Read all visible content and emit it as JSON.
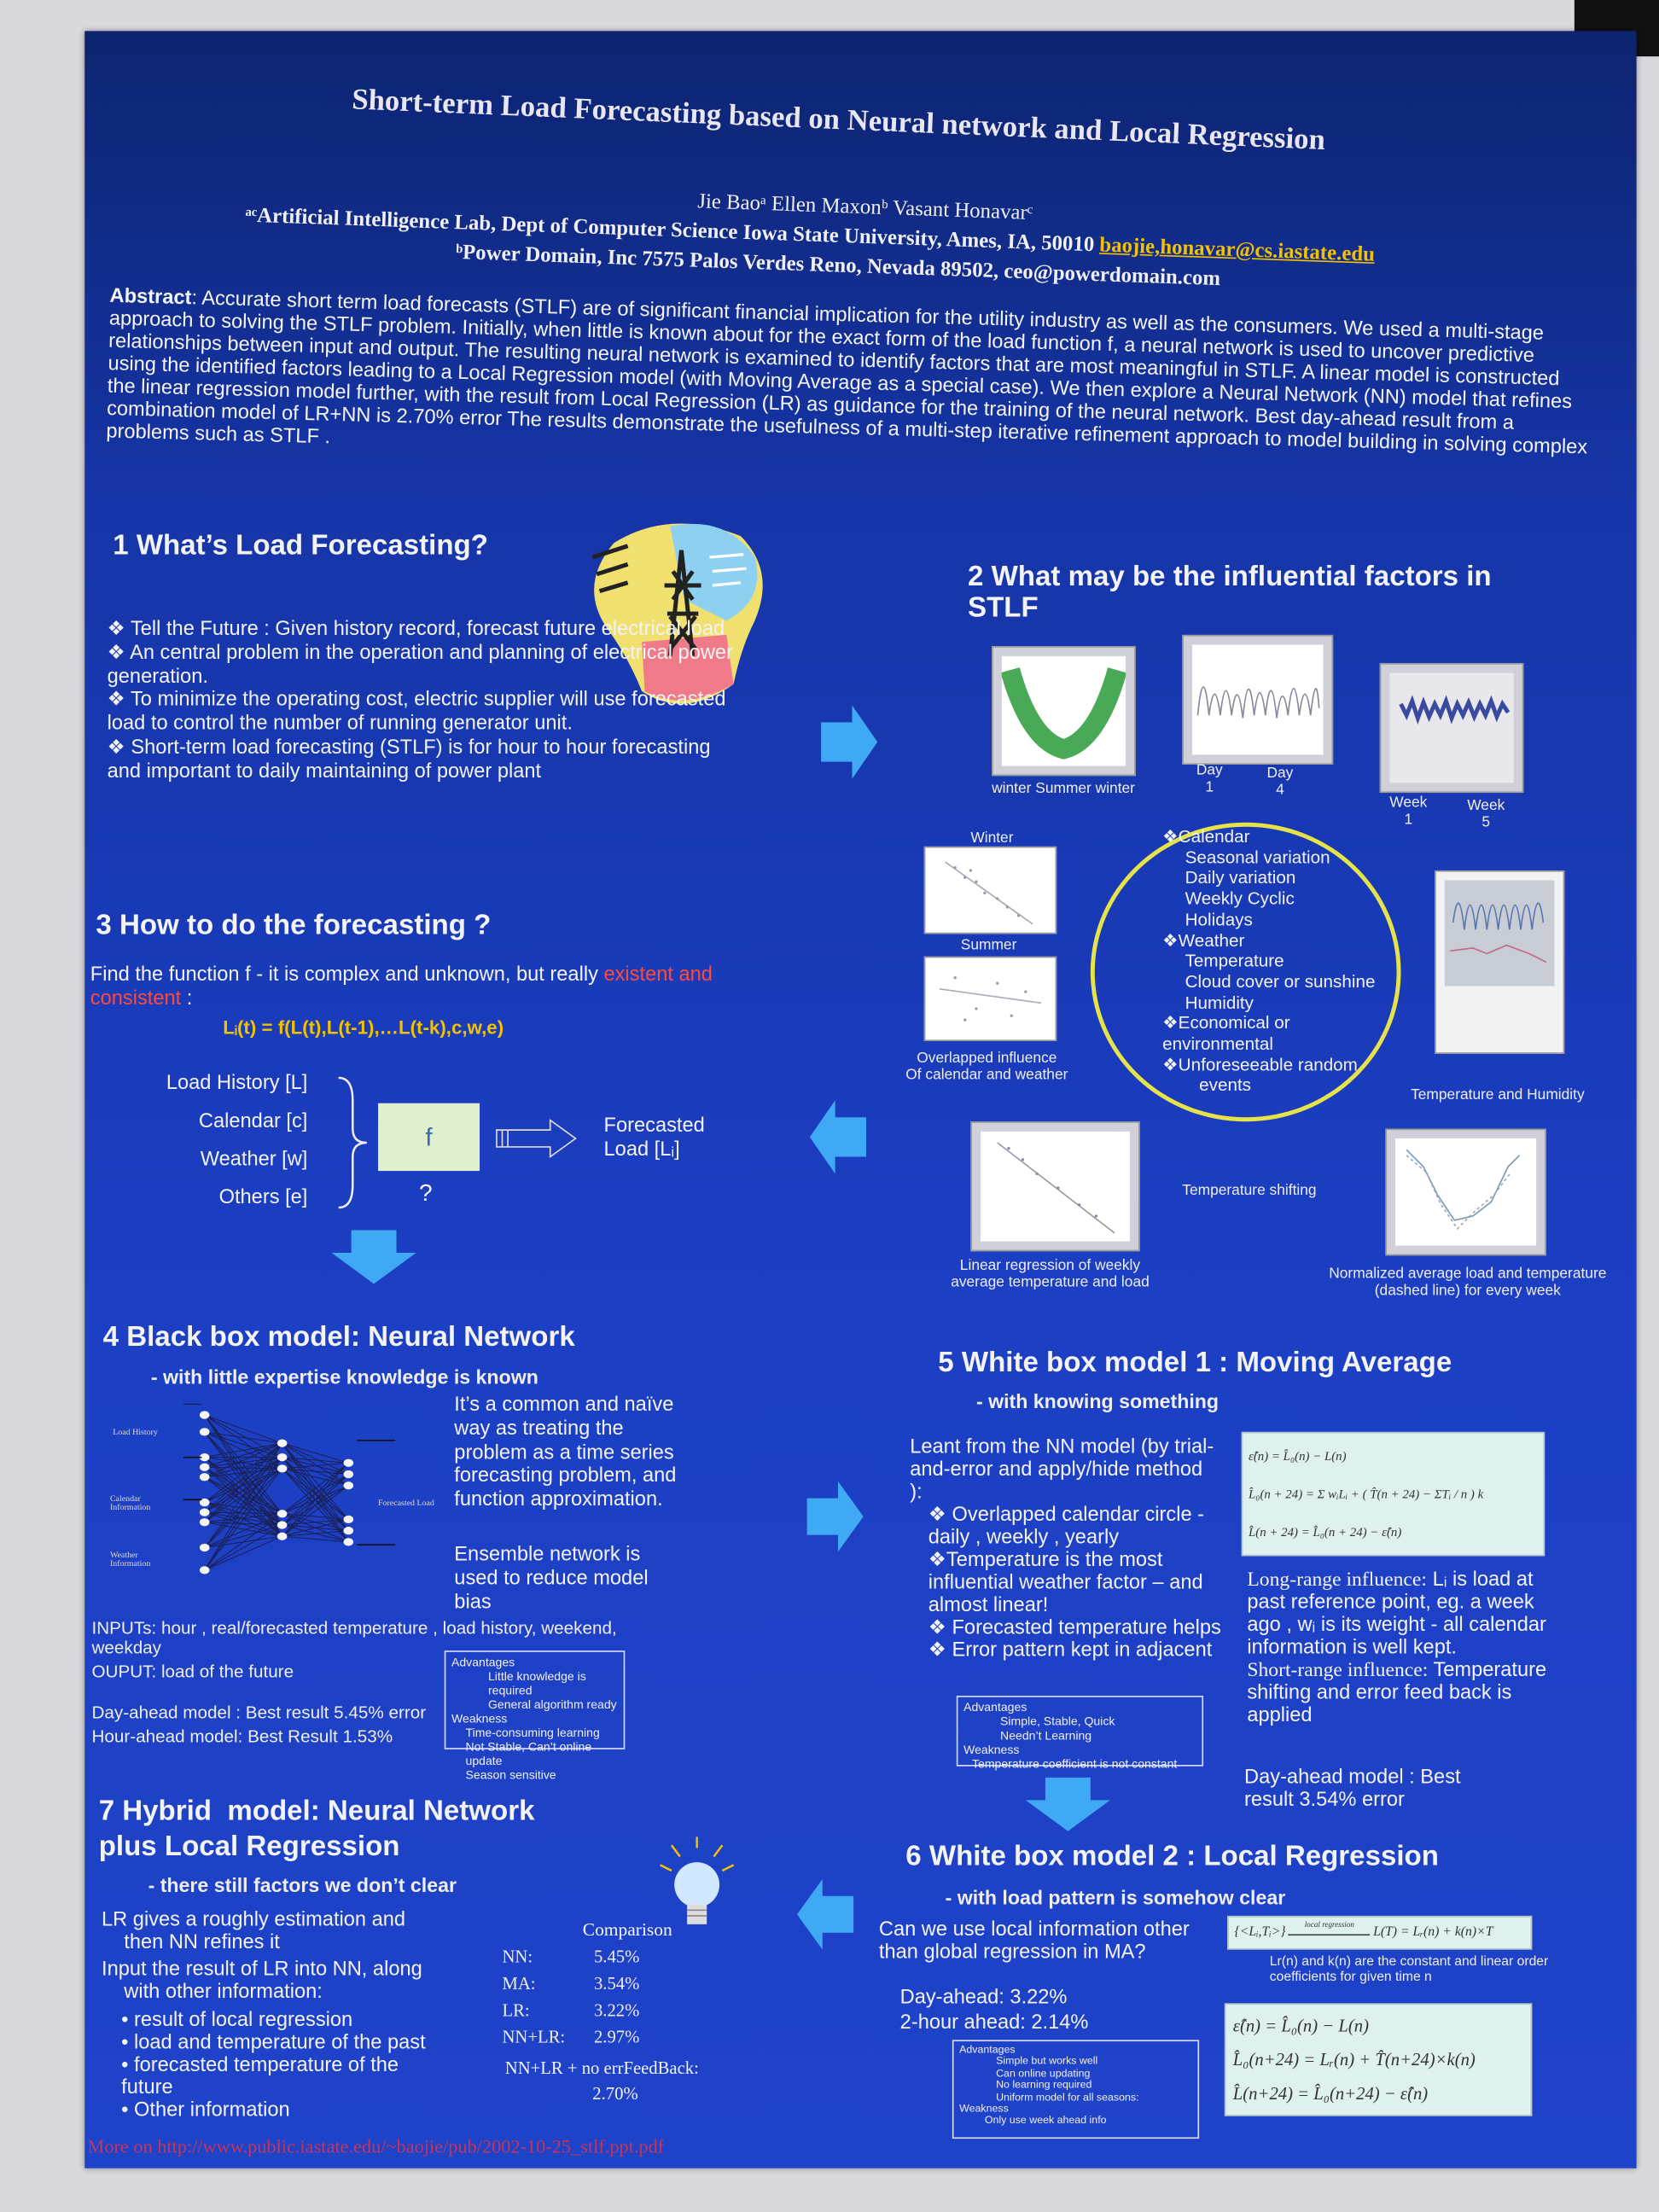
{
  "title": "Short-term Load Forecasting based on Neural network and Local Regression",
  "authors": {
    "names": "Jie Baoᵃ Ellen Maxonᵇ  Vasant Honavarᶜ",
    "affil1": "ᵃᶜArtificial Intelligence Lab,  Dept of Computer Science Iowa State University,  Ames, IA, 50010 ",
    "email1": "baojie,honavar@cs.iastate.edu",
    "affil2": "ᵇPower Domain, Inc 7575 Palos Verdes Reno, Nevada 89502, ceo@powerdomain.com"
  },
  "abstract": {
    "label": "Abstract",
    "text": ": Accurate short term load forecasts (STLF) are of significant financial implication for the utility industry as well as the consumers. We used a multi-stage approach to solving the STLF problem. Initially, when little is known about for the exact form of the load function f, a neural network is used to uncover predictive relationships between input and output.  The resulting neural network is examined to identify factors that are most meaningful in STLF.  A linear model is constructed using the identified factors leading to a Local Regression model (with Moving Average as a special case). We then explore a Neural Network (NN) model that refines the linear regression model further, with the result from Local Regression (LR) as guidance for the training of the neural network. Best day-ahead result from a combination model of  LR+NN is 2.70% error The results demonstrate the usefulness of a multi-step iterative refinement approach to model building in solving complex problems such as STLF ."
  },
  "s1": {
    "heading": "1 What’s Load Forecasting?",
    "bullets": [
      "❖ Tell the Future : Given history record, forecast future electrical load",
      "❖ An central problem in the operation and planning of electrical power generation.",
      "❖ To minimize the operating cost, electric supplier will use forecasted load to control the number of running generator unit.",
      "❖ Short-term load forecasting (STLF) is for hour to hour forecasting and important to daily maintaining of power plant"
    ]
  },
  "s2": {
    "heading": "2 What may be the influential factors in STLF",
    "chart1_label": "winter Summer winter",
    "chart2_labels": [
      "Day\n1",
      "Day\n4"
    ],
    "chart3_labels": [
      "Week\n1",
      "Week\n5"
    ],
    "winter": "Winter",
    "summer": "Summer",
    "overlap": "Overlapped influence\nOf calendar and weather",
    "factors": [
      "❖Calendar",
      "Seasonal variation",
      "Daily variation",
      "Weekly Cyclic",
      "Holidays",
      "❖Weather",
      "Temperature",
      "Cloud cover or sunshine",
      "Humidity",
      "❖Economical or environmental",
      "❖Unforeseeable random",
      "events"
    ],
    "temp_humidity": "Temperature and Humidity",
    "temp_shift": "Temperature shifting",
    "linreg": "Linear regression of weekly\naverage temperature and load",
    "normalized": "Normalized average load and temperature\n(dashed line) for every week"
  },
  "s3": {
    "heading": "3 How to do the forecasting ?",
    "intro": "Find the function f - it is complex and unknown, but really ",
    "intro_red": "existent and consistent",
    "intro_end": " :",
    "formula": "Lᵢ(t) = f(L(t),L(t-1),…L(t-k),c,w,e)",
    "inputs": [
      "Load History [L]",
      "Calendar [c]",
      "Weather [w]",
      "Others [e]"
    ],
    "f": "f",
    "q": "?",
    "output": "Forecasted\nLoad [Lᵢ]"
  },
  "s4": {
    "heading": "4 Black box model: Neural Network",
    "sub": "- with little expertise knowledge is known",
    "nn_labels": [
      "Load History",
      "Calendar Information",
      "Weather Information",
      "Forecasted Load"
    ],
    "desc1": "It’s a common and naïve way  as treating the problem as a time series forecasting problem, and function approximation.",
    "desc2": "Ensemble network is used to reduce model bias",
    "inputs": "INPUTs:  hour , real/forecasted temperature , load history, weekend, weekday",
    "output": "OUPUT: load of the future",
    "day": "Day-ahead model : Best result  5.45% error",
    "hour": "Hour-ahead model: Best Result 1.53%",
    "box": {
      "adv": "Advantages",
      "adv_items": [
        "Little knowledge is required",
        "General algorithm ready"
      ],
      "weak": "Weakness",
      "weak_items": [
        "Time-consuming learning",
        "Not Stable, Can’t online update",
        "Season sensitive"
      ]
    }
  },
  "s5": {
    "heading": "5 White box model 1 :  Moving Average",
    "sub": "- with knowing something",
    "intro": "Leant from the NN model (by trial-and-error and apply/hide method ):",
    "bullets": [
      "❖ Overlapped calendar circle - daily , weekly , yearly",
      "❖Temperature is the most influential weather factor – and almost linear!",
      "❖ Forecasted temperature helps",
      "❖ Error pattern kept in adjacent"
    ],
    "formulas": [
      "ε̂(n) = L̂₀(n) − L(n)",
      "L̂₀(n + 24) = Σ wᵢLᵢ + ( T̂(n + 24) − ΣTᵢ / n ) k",
      "L̂(n + 24) = L̂₀(n + 24) − ε̂(n)"
    ],
    "long_label": "Long-range influence:",
    "long_text": " Lᵢ is load at past reference point, eg. a week ago , wᵢ is its weight      -  all calendar information is well kept.",
    "short_label": "Short-range influence:",
    "short_text": " Temperature shifting and error feed back is applied",
    "result": "Day-ahead model : Best result 3.54% error",
    "box": {
      "adv": "Advantages",
      "adv_items": [
        "Simple, Stable, Quick",
        "Needn’t Learning"
      ],
      "weak": "Weakness",
      "weak_items": [
        "Temperature coefficient  is not constant"
      ]
    }
  },
  "s6": {
    "heading": "6 White box model 2 :  Local Regression",
    "sub": "- with load pattern is somehow clear",
    "question": "Can we use local information other than global regression in MA?",
    "day": "Day-ahead: 3.22%",
    "hour": "2-hour ahead: 2.14%",
    "formula_top_left": "{<Lᵢ,Tᵢ>}",
    "formula_top_arrow": "local regression",
    "formula_top_right": "L(T) = Lᵣ(n) + k(n)×T",
    "note": "Lr(n) and k(n) are the constant and linear order coefficients for given time n",
    "formulas": [
      "ε̂(n) = L̂₀(n) − L(n)",
      "L̂₀(n+24) = Lᵣ(n) + T̂(n+24)×k(n)",
      "L̂(n+24) = L̂₀(n+24) − ε̂(n)"
    ],
    "box": {
      "adv": "Advantages",
      "adv_items": [
        "Simple but works well",
        "Can online updating",
        "No learning required",
        "Uniform model for all seasons:"
      ],
      "weak": "Weakness",
      "weak_items": [
        "Only use week ahead info"
      ]
    }
  },
  "s7": {
    "heading": "7 Hybrid  model: Neural Network\nplus Local Regression",
    "sub": "- there still factors we don’t clear",
    "p1": "LR gives a roughly estimation and\n    then NN refines it",
    "p2": "Input the result of LR into NN, along\n    with other information:",
    "items": [
      "result of local regression",
      "load and temperature of the past",
      "forecasted  temperature of the future",
      "Other information"
    ],
    "comparison_title": "Comparison",
    "comparison": [
      {
        "model": "NN:",
        "error": "5.45%"
      },
      {
        "model": "MA:",
        "error": "3.54%"
      },
      {
        "model": "LR:",
        "error": "3.22%"
      },
      {
        "model": "NN+LR:",
        "error": "2.97%"
      }
    ],
    "last_model": "NN+LR + no errFeedBack:",
    "last_error": "2.70%"
  },
  "footer": "More on http://www.public.iastate.edu/~baojie/pub/2002-10-25_stlf.ppt.pdf",
  "colors": {
    "poster": "#1c3fc4",
    "arrow": "#3fa9f5",
    "highlight": "#f2c200",
    "red": "#ff4a3a",
    "footer": "#c2375e",
    "circle": "#e6e24a"
  }
}
